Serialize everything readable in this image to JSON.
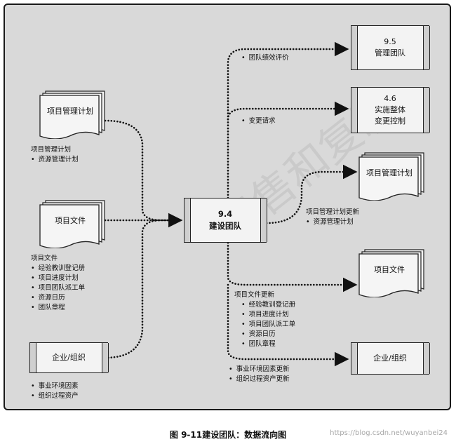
{
  "diagram": {
    "center": {
      "number": "9.4",
      "name": "建设团队"
    },
    "inputs": [
      {
        "id": "pm-plan",
        "title": "项目管理计划",
        "label_head": "项目管理计划",
        "label_items": [
          "资源管理计划"
        ]
      },
      {
        "id": "project-docs",
        "title": "项目文件",
        "label_head": "项目文件",
        "label_items": [
          "经验教训登记册",
          "项目进度计划",
          "项目团队派工单",
          "资源日历",
          "团队章程"
        ]
      },
      {
        "id": "enterprise",
        "title": "企业/组织",
        "label_head": "",
        "label_items": [
          "事业环境因素",
          "组织过程资产"
        ]
      }
    ],
    "outputs": [
      {
        "id": "manage-team",
        "number": "9.5",
        "title": "管理团队",
        "label_head": "",
        "label_items": [
          "团队绩效评价"
        ]
      },
      {
        "id": "change-control",
        "number": "4.6",
        "title_lines": [
          "实施整体",
          "变更控制"
        ],
        "label_head": "",
        "label_items": [
          "变更请求"
        ]
      },
      {
        "id": "pm-plan-out",
        "title": "项目管理计划",
        "label_head": "项目管理计划更新",
        "label_items": [
          "资源管理计划"
        ]
      },
      {
        "id": "docs-out",
        "title": "项目文件",
        "label_head": "项目文件更新",
        "label_items": [
          "经验教训登记册",
          "项目进度计划",
          "项目团队派工单",
          "资源日历",
          "团队章程"
        ]
      },
      {
        "id": "enterprise-out",
        "title": "企业/组织",
        "label_head": "",
        "label_items": [
          "事业环境因素更新",
          "组织过程资产更新"
        ]
      }
    ]
  },
  "caption": "图 9-11建设团队：数据流向图",
  "source_watermark": "https://blog.csdn.net/wuyanbei24",
  "stamp_text": "出售和复制"
}
